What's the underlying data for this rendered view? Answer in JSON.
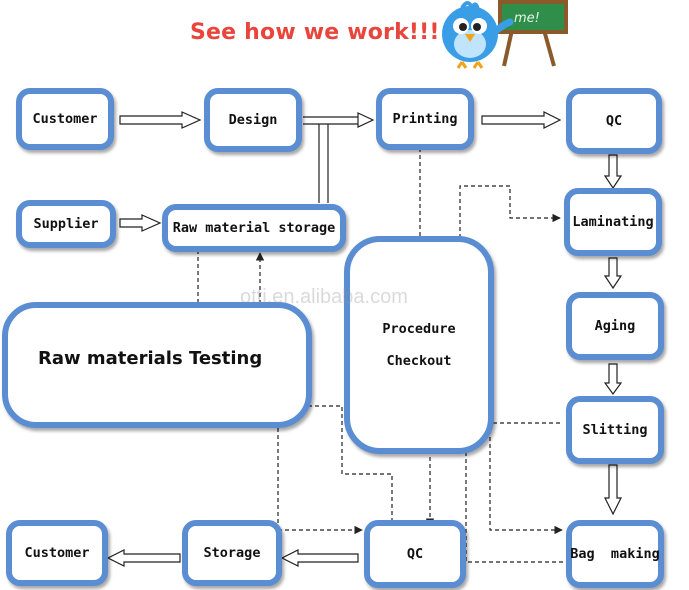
{
  "header": {
    "title": "See how we work!!!",
    "chalkboard_text": "me!"
  },
  "watermark": "otti.en.alibaba.com",
  "nodes": {
    "customer_top": "Customer",
    "design": "Design",
    "printing": "Printing",
    "qc_top": "QC",
    "supplier": "Supplier",
    "raw_material_storage": "Raw material storage",
    "laminating": "Laminating",
    "aging": "Aging",
    "procedure_line1": "Procedure",
    "procedure_line2": "Checkout",
    "raw_materials_testing": "Raw materials Testing",
    "slitting": "Slitting",
    "customer_bottom": "Customer",
    "storage": "Storage",
    "qc_bottom": "QC",
    "bag_making": "Bag  making"
  },
  "colors": {
    "box_border": "#5b8dd3",
    "title": "#e8453c",
    "bird": "#3a9ee6",
    "chalkboard": "#2f8f4a"
  }
}
